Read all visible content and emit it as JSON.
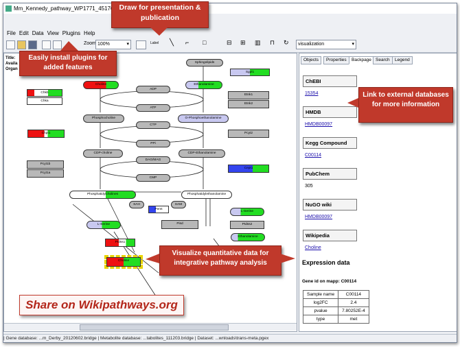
{
  "window": {
    "title": "Mm_Kennedy_pathway_WP1771_45176.gpml"
  },
  "menu": [
    "File",
    "Edit",
    "Data",
    "View",
    "Plugins",
    "Help"
  ],
  "toolbar": {
    "zoom_label": "Zoom:",
    "zoom_value": "100%",
    "label_btn": "Label",
    "visualization": "visualization"
  },
  "callouts": {
    "draw": "Draw for presentation & publication",
    "plugins": "Easily install plugins for added features",
    "links": "Link to external databases for more information",
    "visualize": "Visualize quantitative data for integrative pathway analysis",
    "share": "Share on Wikipathways.org"
  },
  "canvas_info": [
    "Title:",
    "Availa",
    "Organ"
  ],
  "nodes": {
    "sphingolipids": "Sphingolipids",
    "sgpl1": "Sgpl1",
    "choline": "Choline",
    "ethanolamine": "Ethanolamine",
    "chkb": "Chkb",
    "chka": "Chka",
    "adp": "ADP",
    "atp": "ATP",
    "etnk1": "Etnk1",
    "etnk2": "Etnk2",
    "phosphocholine": "Phosphocholine",
    "ophosphoethanolamine": "O-Phosphoethanolamine",
    "ctp": "CTP",
    "pcyt1": "Chpt1",
    "ppi": "PPi",
    "pcyt2": "Pcyt2",
    "cdpcholine": "CDP-choline",
    "cdpethanolamine": "CDP-Ethanolamine",
    "pcyt1b": "Pcyt1b",
    "pcyt1a": "Pcyt1a",
    "dagmag": "DAG/MAG",
    "cept1": "Cept1",
    "cmp": "CMP",
    "phosphatidylcholines": "Phosphatidylcholines",
    "phosphatidylethanolamine": "Phosphatidylethanolamine",
    "sah": "SAH",
    "sam": "SAM",
    "pemt": "Pemt",
    "lserine1": "L-Serine",
    "lserine2": "L-Serine",
    "pisd": "Pisd",
    "ptdss2": "Ptdss2",
    "ptdss1": "Ptdss1",
    "ethanolamine2": "Ethanolamine",
    "choline2": "Choline"
  },
  "side": {
    "tabs": [
      "Objects",
      "Properties",
      "Backpage",
      "Search",
      "Legend"
    ],
    "active_tab": "Backpage",
    "sections": [
      {
        "name": "ChEBI",
        "value": "15354",
        "link": true
      },
      {
        "name": "HMDB",
        "value": "HMDB00097",
        "link": true
      },
      {
        "name": "Kegg Compound",
        "value": "C00114",
        "link": true
      },
      {
        "name": "PubChem",
        "value": "305",
        "link": false
      },
      {
        "name": "NuGO wiki",
        "value": "HMDB00097",
        "link": true
      },
      {
        "name": "Wikipedia",
        "value": "Choline",
        "link": true
      }
    ],
    "expression_title": "Expression data",
    "gene_id": "Gene id on mapp: C00114",
    "table": [
      [
        "Sample name",
        "C00114"
      ],
      [
        "log2FC",
        "2.4"
      ],
      [
        "pvalue",
        "7.80252E-4"
      ],
      [
        "type",
        "met"
      ]
    ]
  },
  "status": "| Gene database: ...m_Derby_20120602.bridge | Metabolite database: ...tabolites_111203.bridge | Dataset: ...wnloads\\trans-meta.pgex",
  "colors": {
    "callout": "#c0392b",
    "red": "#ee1111",
    "green": "#22dd22",
    "blue": "#3344ee",
    "lavender": "#c8c8f0",
    "gray": "#b8b8b8"
  }
}
